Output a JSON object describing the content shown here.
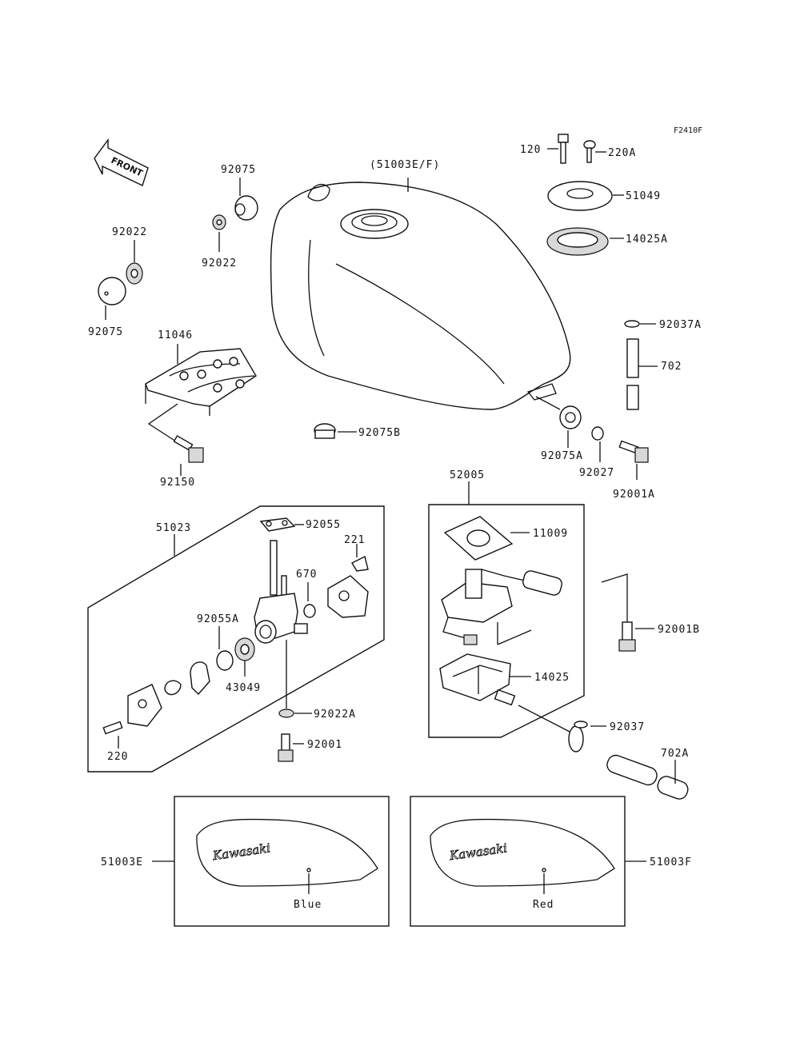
{
  "diagram": {
    "code": "F2410F",
    "front_label": "FRONT",
    "brand": "Kawasaki",
    "parts": {
      "p51003ef": "(51003E/F)",
      "p120": "120",
      "p220a": "220A",
      "p51049": "51049",
      "p14025a": "14025A",
      "p92037a": "92037A",
      "p702": "702",
      "p92075_top": "92075",
      "p92022_mid": "92022",
      "p92022_left": "92022",
      "p92075_left": "92075",
      "p11046": "11046",
      "p92150": "92150",
      "p92075b": "92075B",
      "p92075a": "92075A",
      "p92027": "92027",
      "p92001a": "92001A",
      "p52005": "52005",
      "p11009": "11009",
      "p92001b": "92001B",
      "p14025": "14025",
      "p92037": "92037",
      "p702a": "702A",
      "p51023": "51023",
      "p92055": "92055",
      "p221": "221",
      "p670": "670",
      "p92055a": "92055A",
      "p43049": "43049",
      "p220": "220",
      "p92022a": "92022A",
      "p92001": "92001",
      "p51003e": "51003E",
      "p51003f": "51003F"
    },
    "colors": {
      "blue_label": "Blue",
      "red_label": "Red"
    }
  }
}
